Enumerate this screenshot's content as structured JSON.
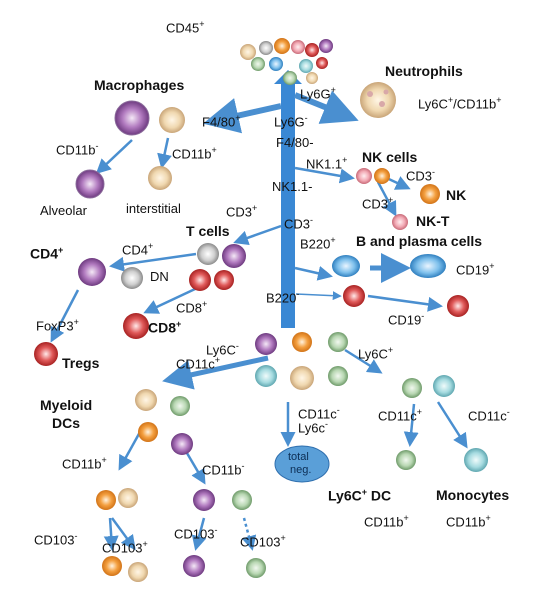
{
  "root": {
    "label": "CD45",
    "sup": "+"
  },
  "trunk": [
    {
      "id": "ly6g_pos",
      "label": "Ly6G",
      "sup": "+"
    },
    {
      "id": "ly6g_neg",
      "label": "Ly6G",
      "sup": "-"
    },
    {
      "id": "f480_pos",
      "label": "F4/80",
      "sup": "+"
    },
    {
      "id": "f480_neg",
      "label": "F4/80-",
      "sup": ""
    },
    {
      "id": "nk11_pos",
      "label": "NK1.1",
      "sup": "+"
    },
    {
      "id": "nk11_neg",
      "label": "NK1.1-",
      "sup": ""
    },
    {
      "id": "cd3_pos",
      "label": "CD3",
      "sup": "+"
    },
    {
      "id": "cd3_neg",
      "label": "CD3",
      "sup": "-"
    },
    {
      "id": "b220_pos",
      "label": "B220",
      "sup": "+"
    },
    {
      "id": "b220_neg",
      "label": "B220",
      "sup": "-"
    }
  ],
  "neutrophils": {
    "title": "Neutrophils",
    "marker": "Ly6C",
    "marker_sup": "+",
    "marker2": "/CD11b",
    "marker2_sup": "+"
  },
  "macrophages": {
    "title": "Macrophages",
    "cd11b_neg": "CD11b",
    "cd11b_neg_sup": "-",
    "cd11b_pos": "CD11b",
    "cd11b_pos_sup": "+",
    "alveolar": "Alveolar",
    "interstitial": "interstitial"
  },
  "nk": {
    "title": "NK cells",
    "cd3_neg": "CD3",
    "cd3_neg_sup": "-",
    "nk": "NK",
    "cd3_pos": "CD3",
    "cd3_pos_sup": "+",
    "nkt": "NK-T"
  },
  "t_cells": {
    "title": "T cells",
    "cd4_arrow": "CD4",
    "cd4_arrow_sup": "+",
    "dn": "DN",
    "cd8_arrow": "CD8",
    "cd8_arrow_sup": "+",
    "cd4": "CD4",
    "cd4_sup": "+",
    "cd8": "CD8",
    "cd8_sup": "+",
    "foxp3": "FoxP3",
    "foxp3_sup": "+",
    "tregs": "Tregs"
  },
  "b_cells": {
    "title": "B and plasma cells",
    "cd19_pos": "CD19",
    "cd19_pos_sup": "+",
    "cd19_neg": "CD19",
    "cd19_neg_sup": "-"
  },
  "myeloid": {
    "ly6c_neg": "Ly6C",
    "ly6c_neg_sup": "-",
    "cd11c_pos": "CD11c",
    "cd11c_pos_sup": "+",
    "ly6c_pos": "Ly6C",
    "ly6c_pos_sup": "+",
    "title_line1": "Myeloid",
    "title_line2": "DCs",
    "cd11b_pos": "CD11b",
    "cd11b_pos_sup": "+",
    "cd11b_neg": "CD11b",
    "cd11b_neg_sup": "-",
    "cd103_neg_left": "CD103",
    "cd103_neg_left_sup": "-",
    "cd103_pos_left": "CD103",
    "cd103_pos_left_sup": "+",
    "cd103_neg_right": "CD103",
    "cd103_neg_right_sup": "-",
    "cd103_pos_right": "CD103",
    "cd103_pos_right_sup": "+"
  },
  "total_neg": {
    "cd11c": "CD11c",
    "cd11c_sup": "-",
    "ly6c": "Ly6c",
    "ly6c_sup": "-",
    "line1": "total",
    "line2": "neg."
  },
  "ly6c_branch": {
    "cd11c_pos": "CD11c",
    "cd11c_pos_sup": "+",
    "cd11c_neg": "CD11c",
    "cd11c_neg_sup": "-",
    "dc": "Ly6C",
    "dc_sup": "+",
    "dc_suffix": " DC",
    "dc_marker": "CD11b",
    "dc_marker_sup": "+",
    "mono": "Monocytes",
    "mono_marker": "CD11b",
    "mono_marker_sup": "+"
  },
  "colors": {
    "arrow": "#4a8fd0",
    "trunk": "#3a88d4",
    "total_neg": "#5a9fd8"
  }
}
